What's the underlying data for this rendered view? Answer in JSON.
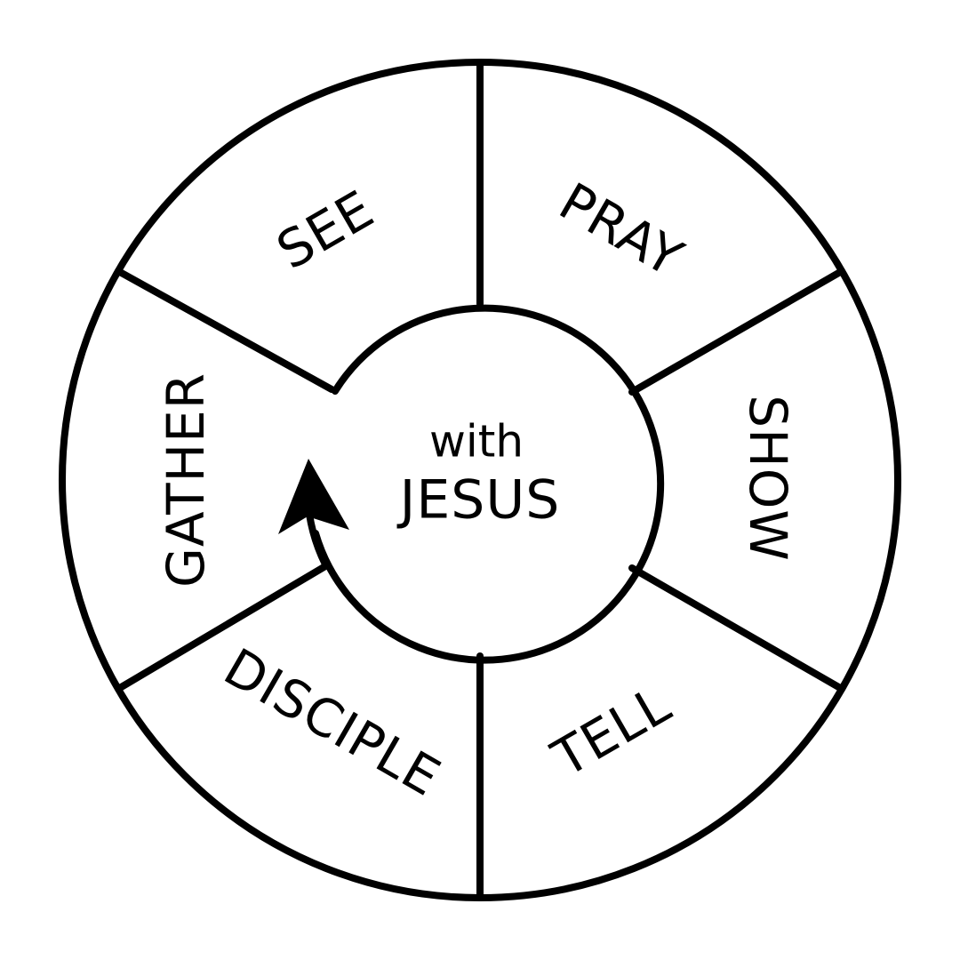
{
  "diagram": {
    "center": {
      "line1": "with",
      "line2": "JESUS"
    },
    "segments": [
      {
        "label": "SEE"
      },
      {
        "label": "PRAY"
      },
      {
        "label": "SHOW"
      },
      {
        "label": "TELL"
      },
      {
        "label": "DISCIPLE"
      },
      {
        "label": "GATHER"
      }
    ]
  }
}
